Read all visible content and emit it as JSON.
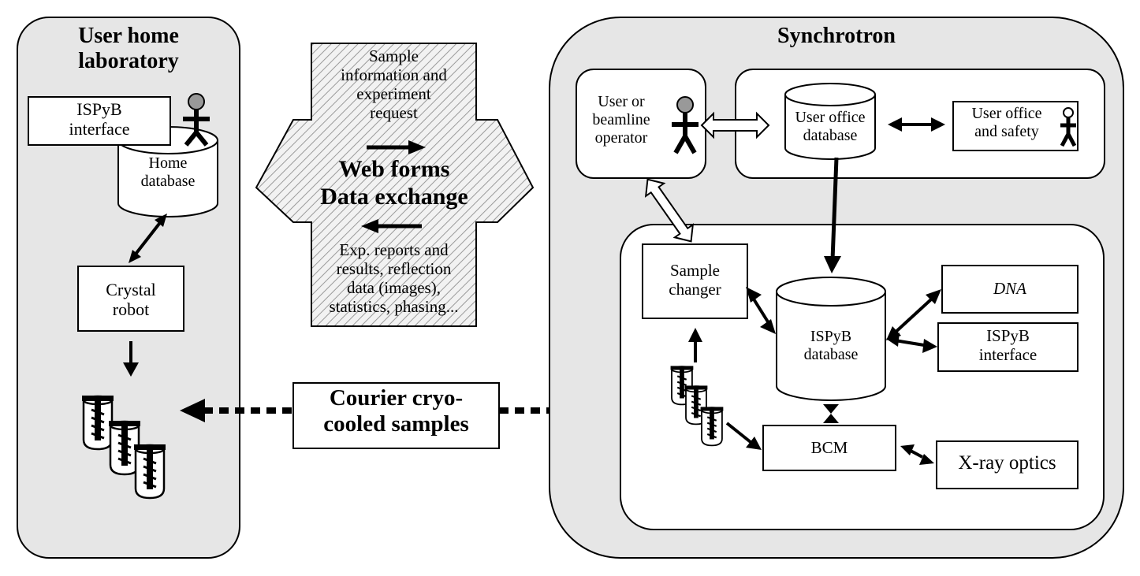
{
  "home_lab": {
    "title_line1": "User home",
    "title_line2": "laboratory",
    "ispyb_line1": "ISPyB",
    "ispyb_line2": "interface",
    "db_line1": "Home",
    "db_line2": "database",
    "robot_line1": "Crystal",
    "robot_line2": "robot"
  },
  "exchange": {
    "top_line1": "Sample",
    "top_line2": "information and",
    "top_line3": "experiment",
    "top_line4": "request",
    "center_line1": "Web forms",
    "center_line2": "Data exchange",
    "bottom_line1": "Exp. reports and",
    "bottom_line2": "results, reflection",
    "bottom_line3": "data (images),",
    "bottom_line4": "statistics, phasing..."
  },
  "courier": {
    "line1": "Courier cryo-",
    "line2": "cooled samples"
  },
  "synchrotron": {
    "title": "Synchrotron",
    "operator_line1": "User or",
    "operator_line2": "beamline",
    "operator_line3": "operator",
    "user_office_db_line1": "User office",
    "user_office_db_line2": "database",
    "user_office_line1": "User office",
    "user_office_line2": "and safety",
    "sample_changer_line1": "Sample",
    "sample_changer_line2": "changer",
    "ispyb_db_line1": "ISPyB",
    "ispyb_db_line2": "database",
    "dna": "DNA",
    "ispyb_interface_line1": "ISPyB",
    "ispyb_interface_line2": "interface",
    "bcm": "BCM",
    "xray": "X-ray optics"
  },
  "colors": {
    "panel_fill": "#e6e6e6",
    "box_fill": "#ffffff",
    "stroke": "#000000",
    "person_head": "#999999"
  }
}
